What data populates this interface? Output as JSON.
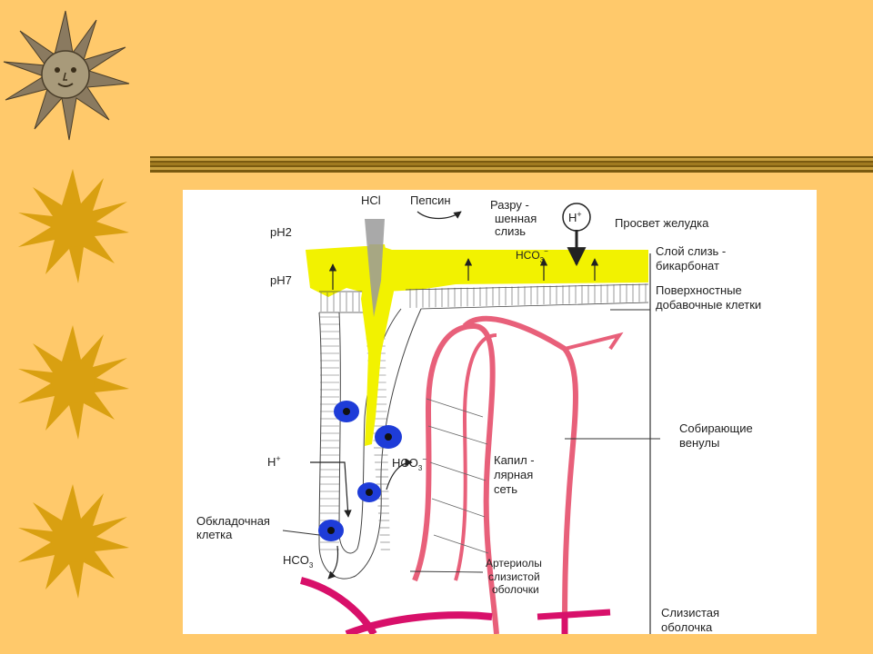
{
  "diagram": {
    "labels": {
      "hcl": "HCl",
      "pepsin": "Пепсин",
      "destroyed_mucus_1": "Разру -",
      "destroyed_mucus_2": "шенная",
      "destroyed_mucus_3": "слизь",
      "h_plus_circle": "H",
      "lumen": "Просвет желудка",
      "ph2": "pH2",
      "ph7": "pH7",
      "hco3_top": "HCO",
      "mucus_layer_1": "Слой слизь -",
      "mucus_layer_2": "бикарбонат",
      "surface_cells_1": "Поверхностные",
      "surface_cells_2": "добавочные клетки",
      "venules_1": "Собирающие",
      "venules_2": "венулы",
      "h_plus_left": "H",
      "hco3_mid": "HCO",
      "capillary_1": "Капил -",
      "capillary_2": "лярная",
      "capillary_3": "сеть",
      "parietal_1": "Обкладочная",
      "parietal_2": "клетка",
      "hco3_bottom": "HCO",
      "arterioles_1": "Артериолы",
      "arterioles_2": "слизистой",
      "arterioles_3": "оболочки",
      "mucosa_1": "Слизистая",
      "mucosa_2": "оболочка"
    },
    "colors": {
      "background": "#FFC96B",
      "mucus": "#F2F200",
      "parietal_cell": "#1E3CD8",
      "vessel": "#E8607A",
      "artery": "#D8106A",
      "stripe": "#B08A2A",
      "sun": "#D9A011"
    }
  }
}
